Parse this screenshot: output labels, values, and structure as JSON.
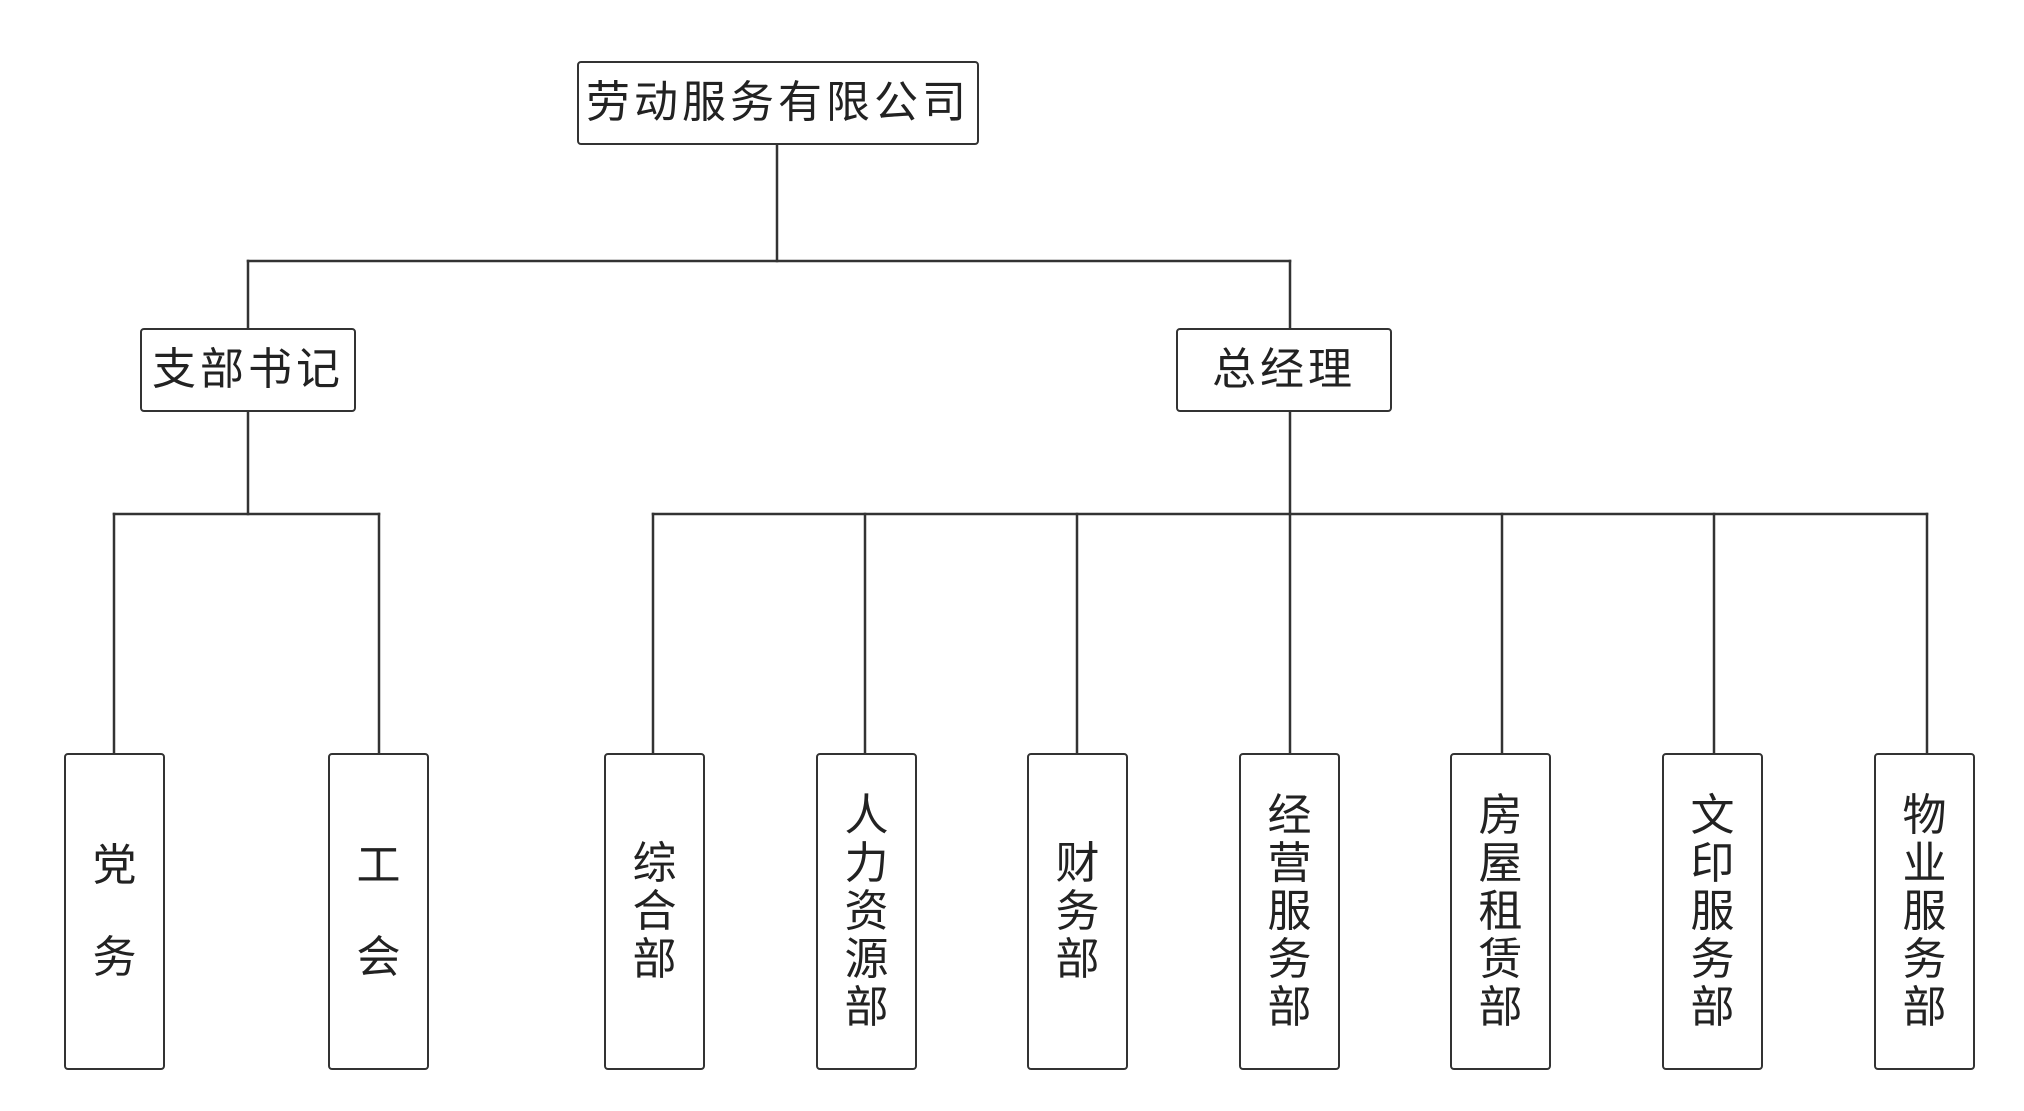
{
  "org_chart": {
    "root": {
      "label": "劳动服务有限公司"
    },
    "branch_secretary": {
      "label": "支部书记",
      "children": [
        {
          "label": "党务"
        },
        {
          "label": "工会"
        }
      ]
    },
    "general_manager": {
      "label": "总经理",
      "children": [
        {
          "label": "综合部"
        },
        {
          "label": "人力资源部"
        },
        {
          "label": "财务部"
        },
        {
          "label": "经营服务部"
        },
        {
          "label": "房屋租赁部"
        },
        {
          "label": "文印服务部"
        },
        {
          "label": "物业服务部"
        }
      ]
    }
  },
  "colors": {
    "line": "#333333",
    "border": "#333333",
    "text": "#222222",
    "background": "#ffffff"
  }
}
